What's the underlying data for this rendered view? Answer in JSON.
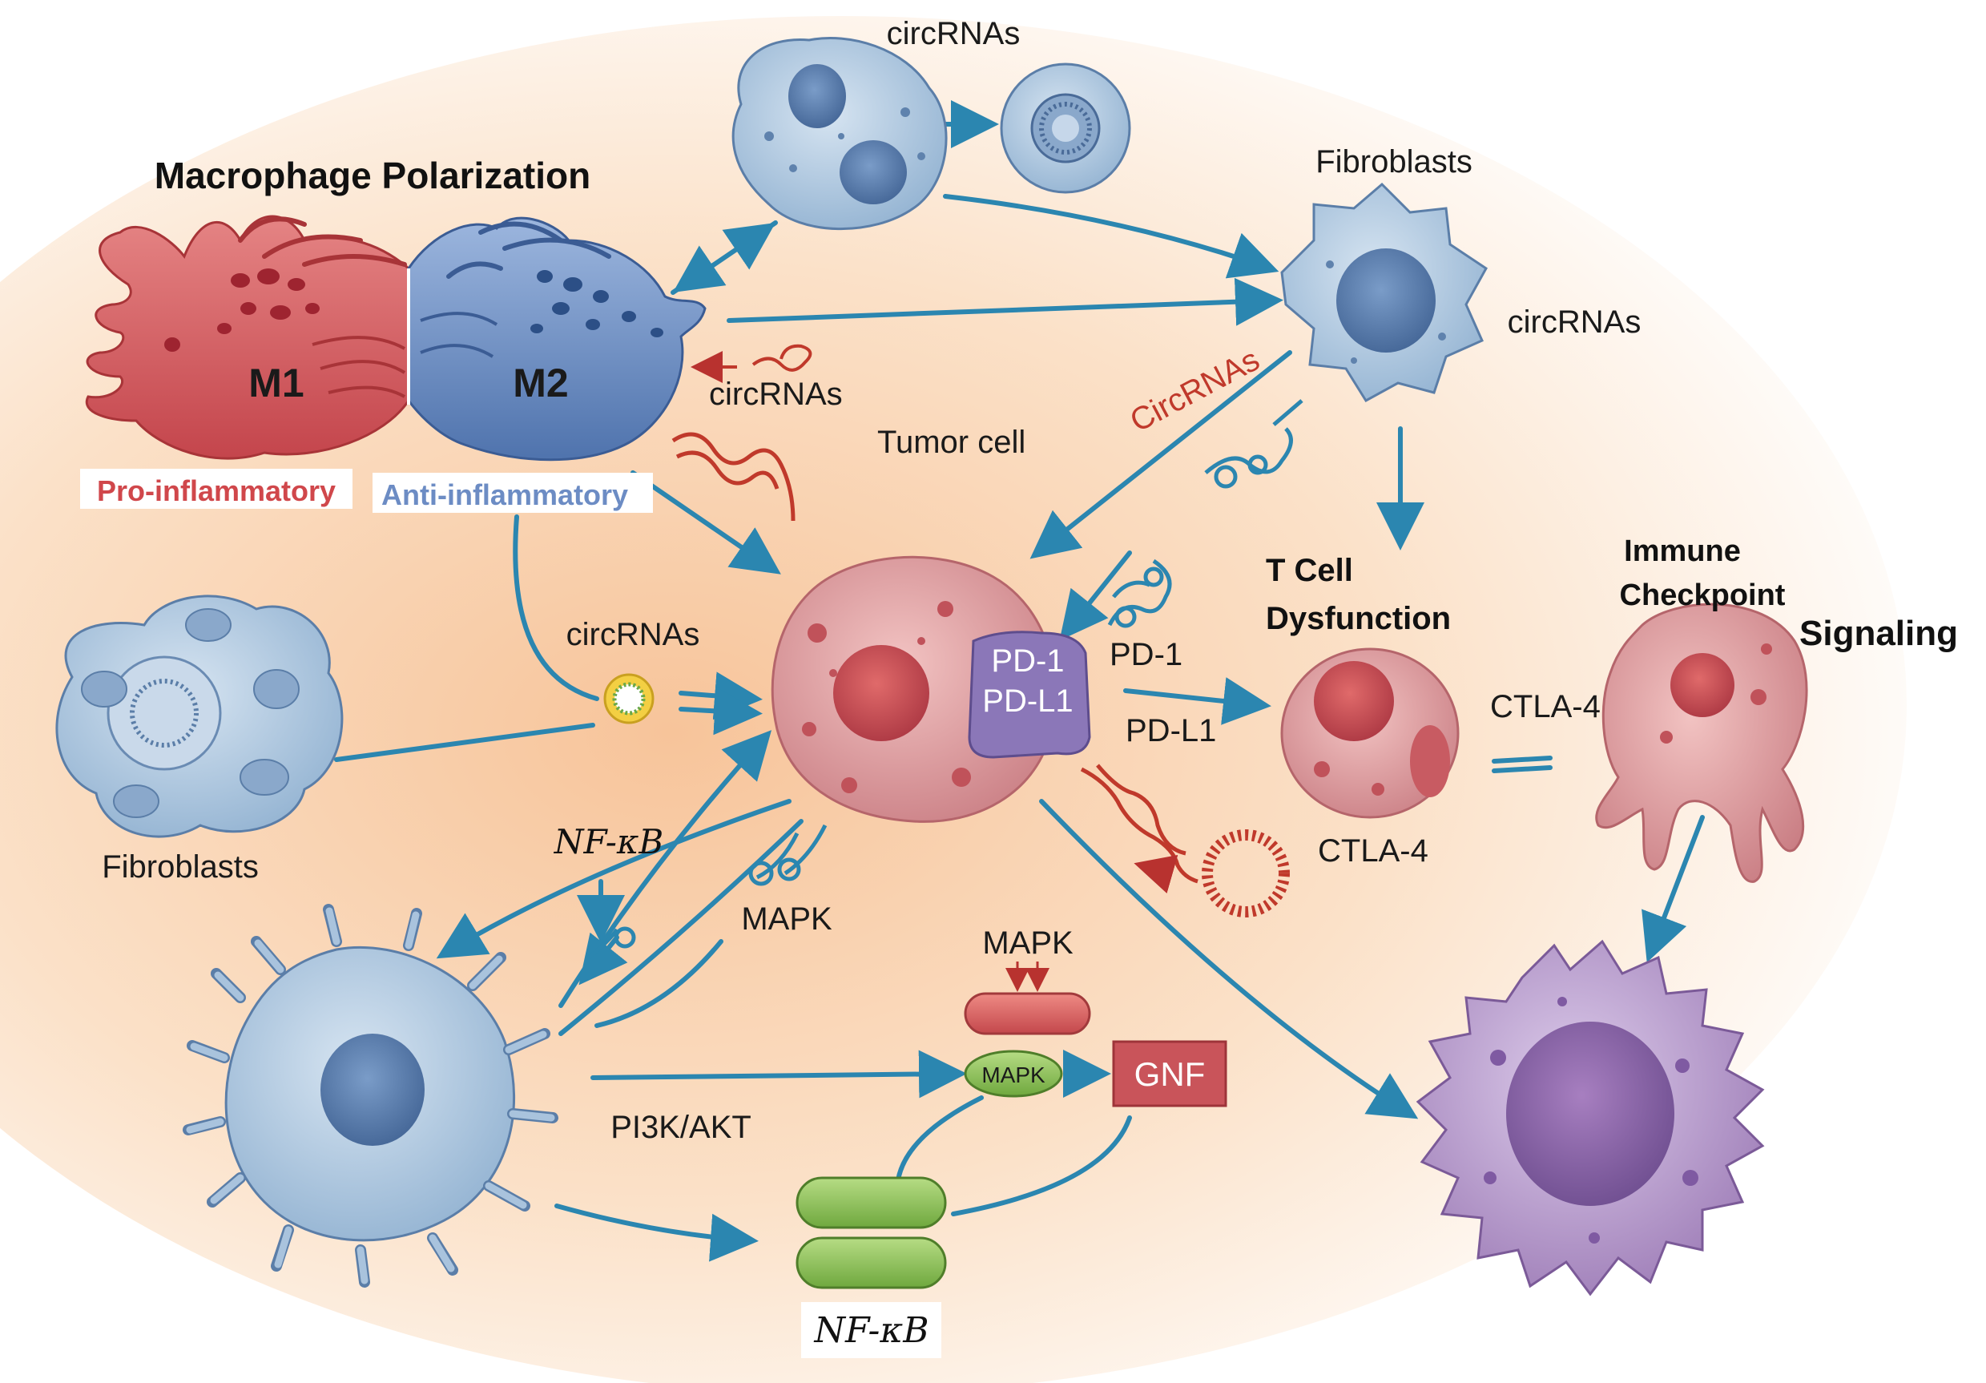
{
  "title": "Macrophage Polarization",
  "m1": {
    "label": "M1",
    "subtitle": "Pro-inflammatory"
  },
  "m2": {
    "label": "M2",
    "subtitle": "Anti-inflammatory"
  },
  "labels": {
    "circrnas_top": "circRNAs",
    "fibroblasts_top": "Fibroblasts",
    "circrnas_right": "circRNAs",
    "circrnas_m2": "circRNAs",
    "circrnas_red": "CircRNAs",
    "tumor_cell": "Tumor cell",
    "circrnas_left": "circRNAs",
    "fibroblasts_left": "Fibroblasts",
    "pd1_box": "PD-1",
    "pdl1_box": "PD-L1",
    "pd1": "PD-1",
    "pdl1": "PD-L1",
    "tcell_line1": "T Cell",
    "tcell_line2": "Dysfunction",
    "immune_line1": "Immune",
    "immune_line2": "Checkpoint",
    "signaling": "Signaling",
    "ctla4_upper": "CTLA-4",
    "ctla4_lower": "CTLA-4",
    "nfkb_upper": "NF-κB",
    "mapk_left": "MAPK",
    "mapk_top": "MAPK",
    "mapk_pill": "MAPK",
    "gnf": "GNF",
    "pi3k": "PI3K/AKT",
    "nfkb_lower": "NF-κB"
  },
  "colors": {
    "arrow": "#2b86b0",
    "m1": "#d2575a",
    "m2": "#6c8cc4",
    "tumor": "#d98f93",
    "blue_cell": "#a9c3dd",
    "purple_cell": "#a886be",
    "green": "#8cc152",
    "pd_box": "#8b77b8",
    "gnf": "#c9545a"
  }
}
